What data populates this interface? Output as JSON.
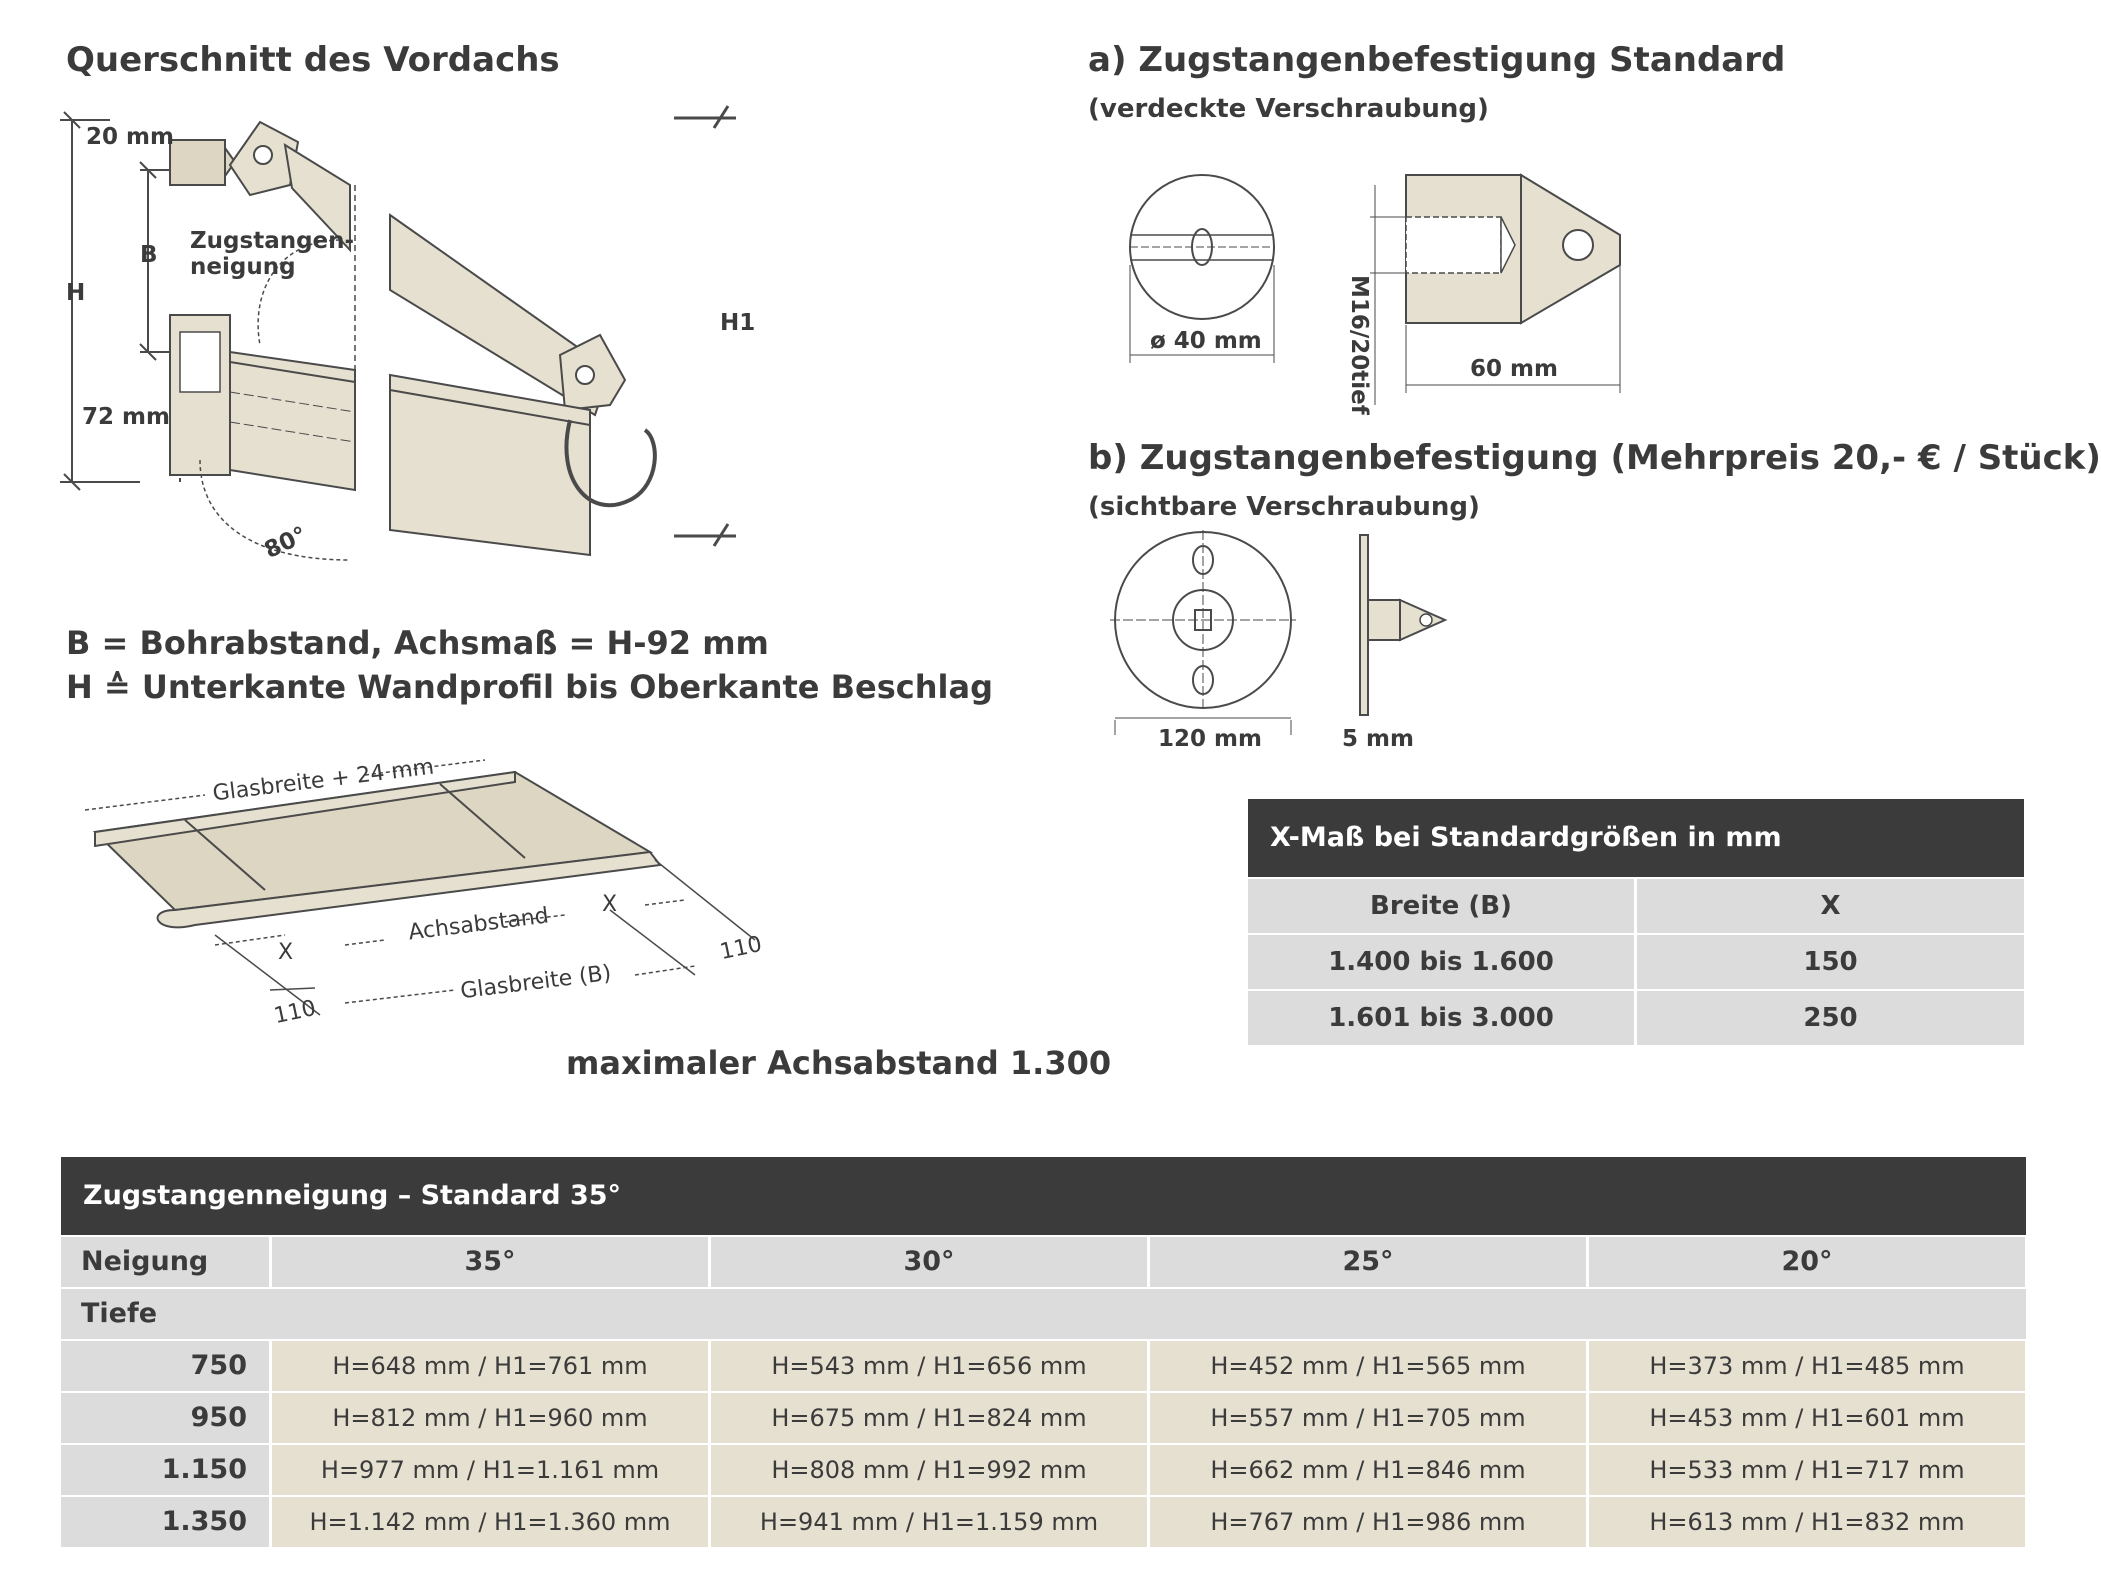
{
  "cross_section": {
    "title": "Querschnitt des Vordachs",
    "labels": {
      "mm20": "20 mm",
      "b": "B",
      "h": "H",
      "mm72": "72 mm",
      "zug1": "Zugstangen-",
      "zug2": "neigung",
      "h1": "H1",
      "angle": "80°"
    }
  },
  "notes": {
    "line1": "B = Bohrabstand, Achsmaß = H-92 mm",
    "line2": "H ≙ Unterkante Wandprofil bis Oberkante Beschlag"
  },
  "perspective": {
    "glasbreite24": "Glasbreite + 24 mm",
    "achsabstand": "Achsabstand",
    "glasbreite_b": "Glasbreite (B)",
    "x_left": "X",
    "x_right": "X",
    "dim110_left": "110",
    "dim110_right": "110",
    "caption": "maximaler Achsabstand 1.300"
  },
  "option_a": {
    "title": "a) Zugstangenbefestigung Standard",
    "subtitle": "(verdeckte Verschraubung)",
    "dia": "ø 40 mm",
    "thread": "M16/20tief",
    "length": "60 mm"
  },
  "option_b": {
    "title": "b) Zugstangenbefestigung (Mehrpreis 20,- € / Stück)",
    "subtitle": "(sichtbare Verschraubung)",
    "dia": "120 mm",
    "thick": "5 mm"
  },
  "x_table": {
    "title": "X-Maß bei Standardgrößen in mm",
    "headers": [
      "Breite (B)",
      "X"
    ],
    "rows": [
      [
        "1.400 bis 1.600",
        "150"
      ],
      [
        "1.601 bis 3.000",
        "250"
      ]
    ]
  },
  "main_table": {
    "title": "Zugstangenneigung – Standard 35°",
    "neigung_label": "Neigung",
    "tiefe_label": "Tiefe",
    "angles": [
      "35°",
      "30°",
      "25°",
      "20°"
    ],
    "rows": [
      {
        "tiefe": "750",
        "cells": [
          "H=648 mm / H1=761 mm",
          "H=543 mm / H1=656 mm",
          "H=452 mm / H1=565 mm",
          "H=373 mm / H1=485 mm"
        ]
      },
      {
        "tiefe": "950",
        "cells": [
          "H=812 mm / H1=960 mm",
          "H=675 mm / H1=824 mm",
          "H=557 mm / H1=705 mm",
          "H=453 mm / H1=601 mm"
        ]
      },
      {
        "tiefe": "1.150",
        "cells": [
          "H=977 mm / H1=1.161 mm",
          "H=808 mm / H1=992 mm",
          "H=662 mm / H1=846 mm",
          "H=533 mm / H1=717 mm"
        ]
      },
      {
        "tiefe": "1.350",
        "cells": [
          "H=1.142 mm / H1=1.360 mm",
          "H=941 mm / H1=1.159 mm",
          "H=767 mm / H1=986 mm",
          "H=613 mm / H1=832 mm"
        ]
      }
    ]
  },
  "colors": {
    "beige": "#e6e0d0",
    "beige_part": "#ddd6c2",
    "outline": "#4a4a4a",
    "dark_header": "#3b3b3b",
    "grey_cell": "#dcdcdc"
  }
}
